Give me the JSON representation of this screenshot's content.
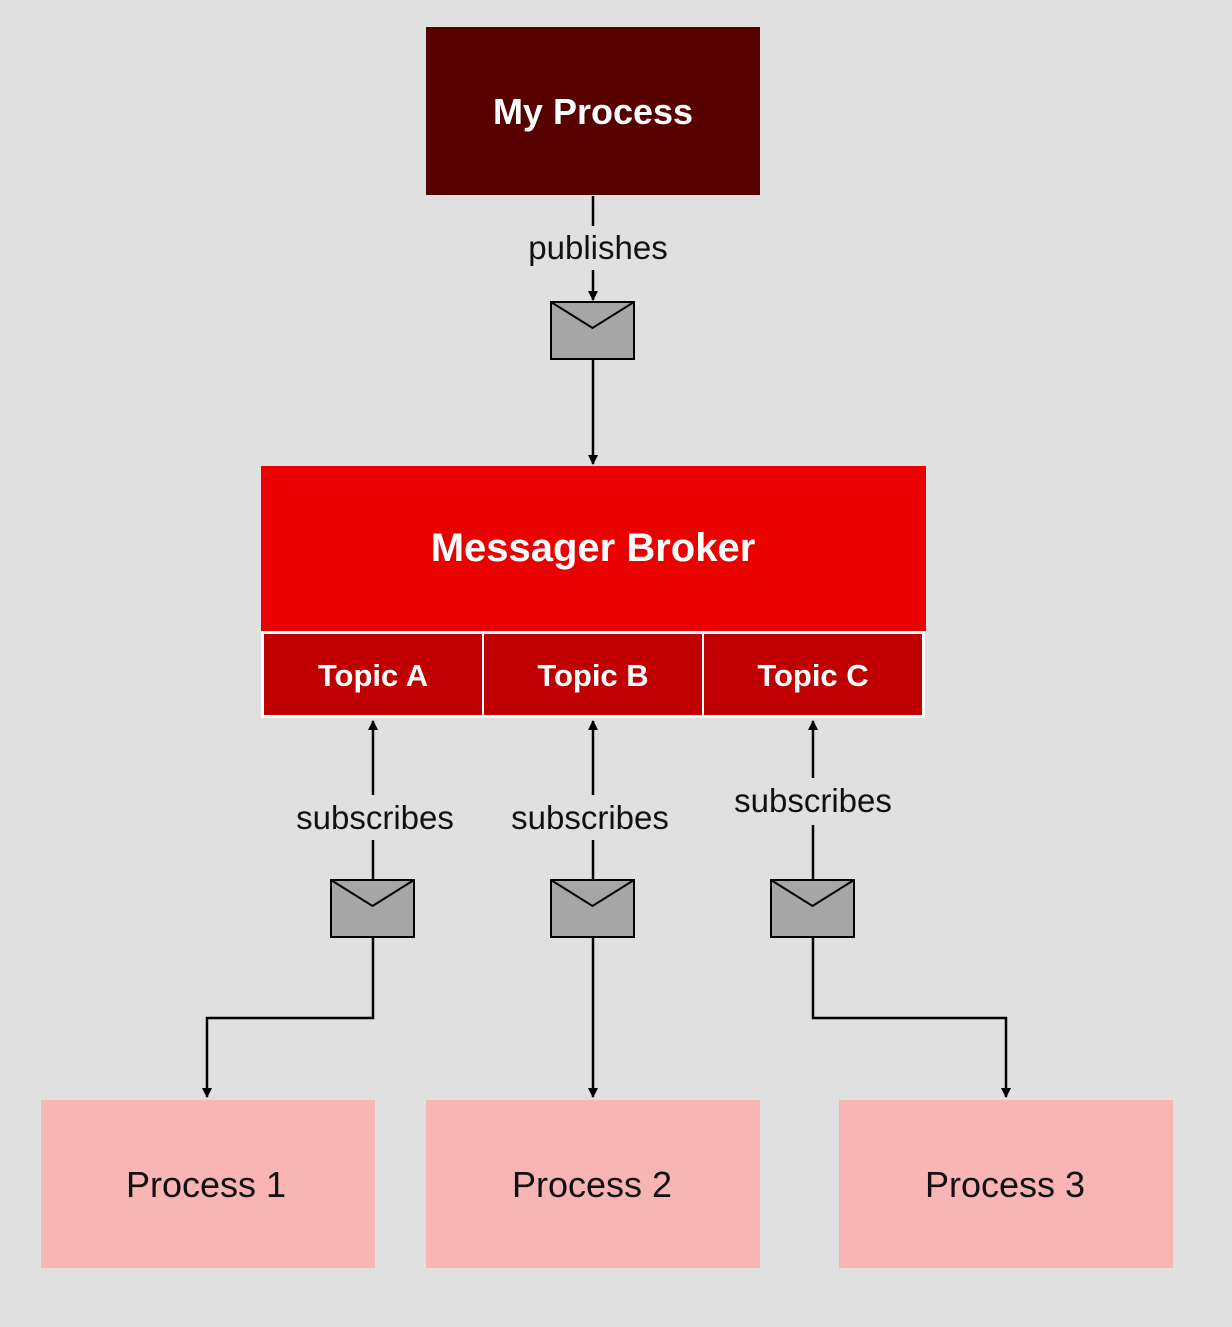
{
  "colors": {
    "background": "#e0e0e0",
    "publisher_fill": "#560000",
    "broker_fill": "#eb0000",
    "topic_fill": "#c00000",
    "subscriber_fill": "#f9b4b4",
    "envelope_fill": "#a6a6a6",
    "line": "#000000",
    "light_text": "#ffffff",
    "dark_text": "#111111"
  },
  "publisher": {
    "label": "My Process"
  },
  "publish_edge": {
    "label": "publishes",
    "icon": "envelope-icon"
  },
  "broker": {
    "label": "Messager Broker",
    "topics": [
      {
        "label": "Topic A"
      },
      {
        "label": "Topic B"
      },
      {
        "label": "Topic C"
      }
    ]
  },
  "subscribe_edges": [
    {
      "label": "subscribes",
      "icon": "envelope-icon"
    },
    {
      "label": "subscribes",
      "icon": "envelope-icon"
    },
    {
      "label": "subscribes",
      "icon": "envelope-icon"
    }
  ],
  "subscribers": [
    {
      "label": "Process 1"
    },
    {
      "label": "Process 2"
    },
    {
      "label": "Process 3"
    }
  ]
}
